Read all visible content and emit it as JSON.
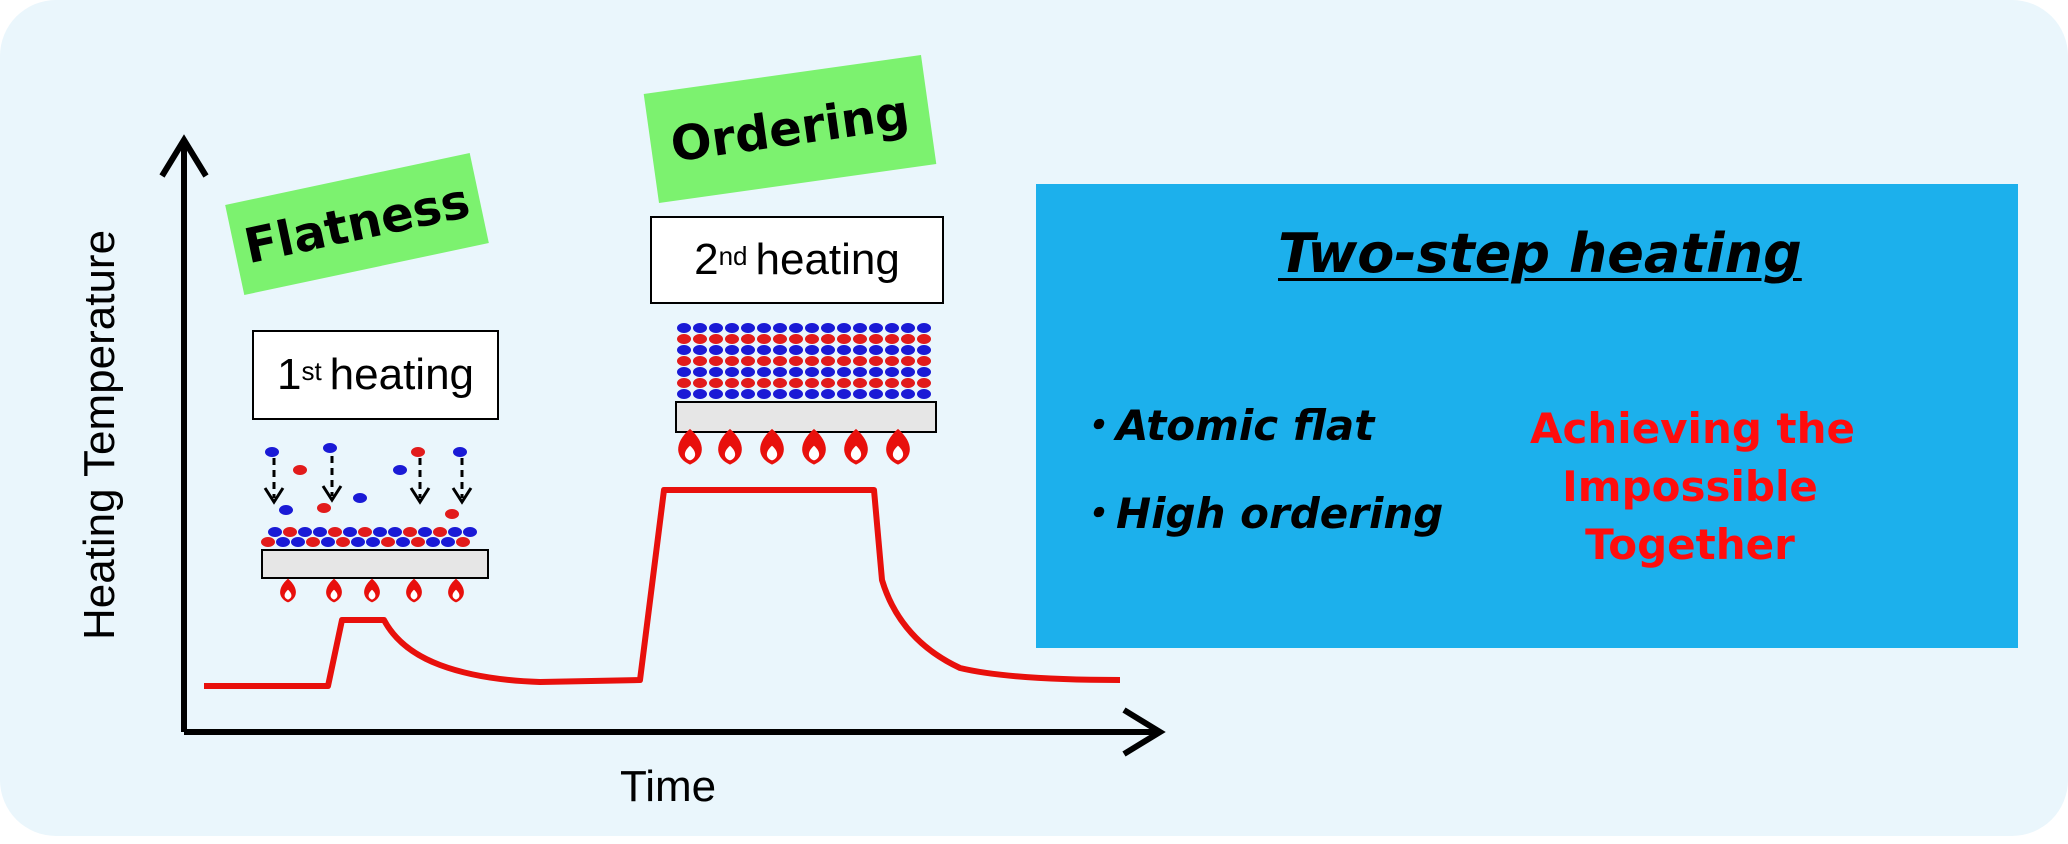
{
  "axes": {
    "y_label": "Heating Temperature",
    "x_label": "Time"
  },
  "step1": {
    "tag": "Flatness",
    "box_ordinal": "1",
    "box_suffix": "st",
    "box_text": "heating"
  },
  "step2": {
    "tag": "Ordering",
    "box_ordinal": "2",
    "box_suffix": "nd",
    "box_text": "heating"
  },
  "summary": {
    "title": "Two-step heating",
    "bullets": [
      "・Atomic flat",
      "・High ordering"
    ],
    "result_lines": [
      "Achieving the",
      "Impossible",
      "Together"
    ]
  },
  "colors": {
    "background": "#eaf6fc",
    "panel": "#1cb0ec",
    "tag": "#7cf26f",
    "curve": "#e8100c",
    "star": "#ffff00",
    "result_text": "#ff0d0d",
    "atom_blue": "#1a1ad6",
    "atom_red": "#e21b1b"
  },
  "icons": [
    "flame-icon",
    "down-arrow-icon"
  ]
}
